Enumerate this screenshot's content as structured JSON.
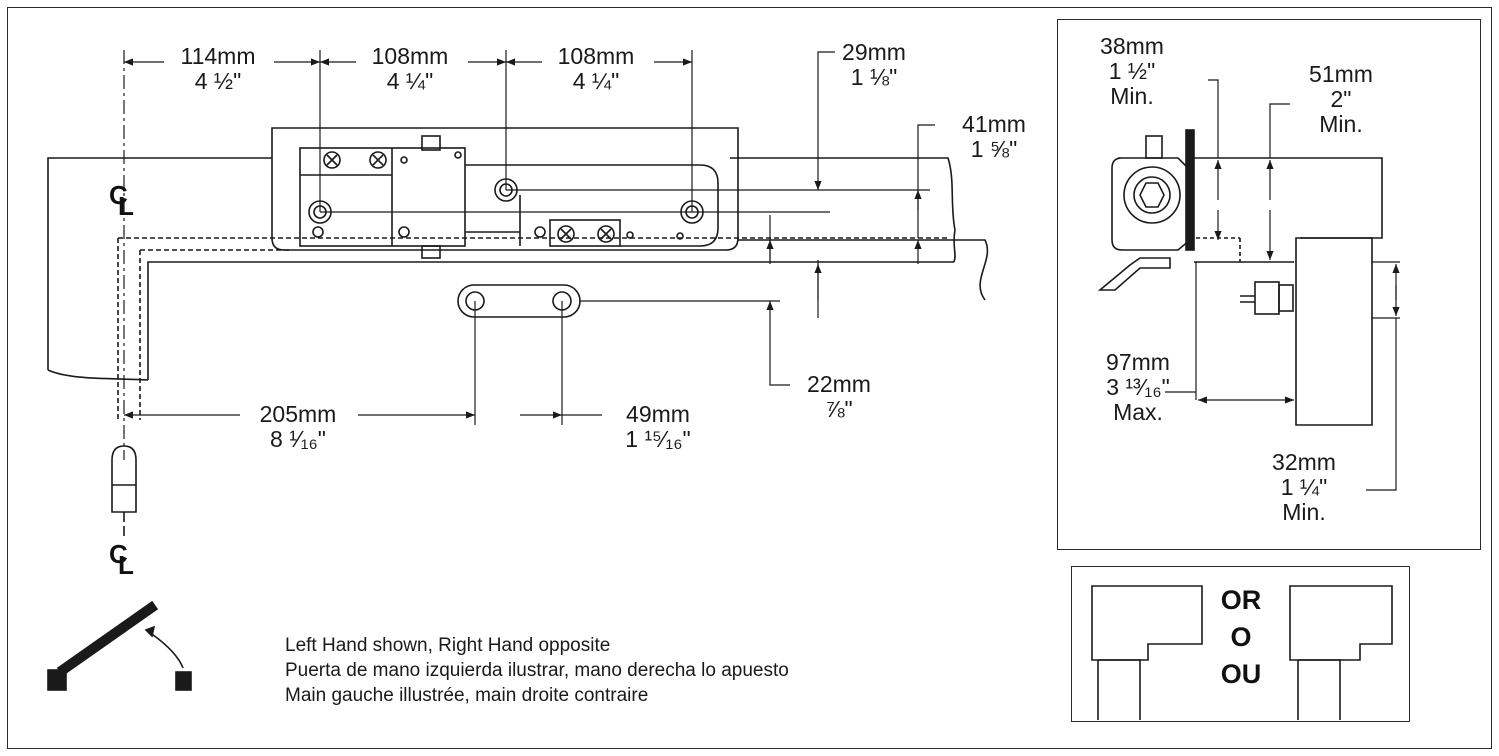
{
  "dimensions": {
    "d114": {
      "mm": "114mm",
      "in": "4 ½\""
    },
    "d108a": {
      "mm": "108mm",
      "in": "4 ¼\""
    },
    "d108b": {
      "mm": "108mm",
      "in": "4 ¼\""
    },
    "d29": {
      "mm": "29mm",
      "in": "1 ⅛\""
    },
    "d41": {
      "mm": "41mm",
      "in": "1 ⅝\""
    },
    "d22": {
      "mm": "22mm",
      "in": "⅞\""
    },
    "d205": {
      "mm": "205mm",
      "in": "8 ¹⁄₁₆\""
    },
    "d49": {
      "mm": "49mm",
      "in": "1 ¹⁵⁄₁₆\""
    }
  },
  "centerline_symbol": {
    "c": "C",
    "l": "L"
  },
  "detail": {
    "d38": {
      "mm": "38mm",
      "in": "1 ½\"",
      "note": "Min."
    },
    "d51": {
      "mm": "51mm",
      "in": "2\"",
      "note": "Min."
    },
    "d97": {
      "mm": "97mm",
      "in": "3 ¹³⁄₁₆\"",
      "note": "Max."
    },
    "d32": {
      "mm": "32mm",
      "in": "1 ¼\"",
      "note": "Min."
    }
  },
  "notes": {
    "english": "Left Hand shown, Right Hand opposite",
    "spanish": "Puerta de mano izquierda ilustrar, mano derecha lo apuesto",
    "french": "Main gauche illustrée, main droite contraire"
  },
  "alternatives": {
    "or_en": "OR",
    "or_es": "O",
    "or_fr": "OU"
  }
}
